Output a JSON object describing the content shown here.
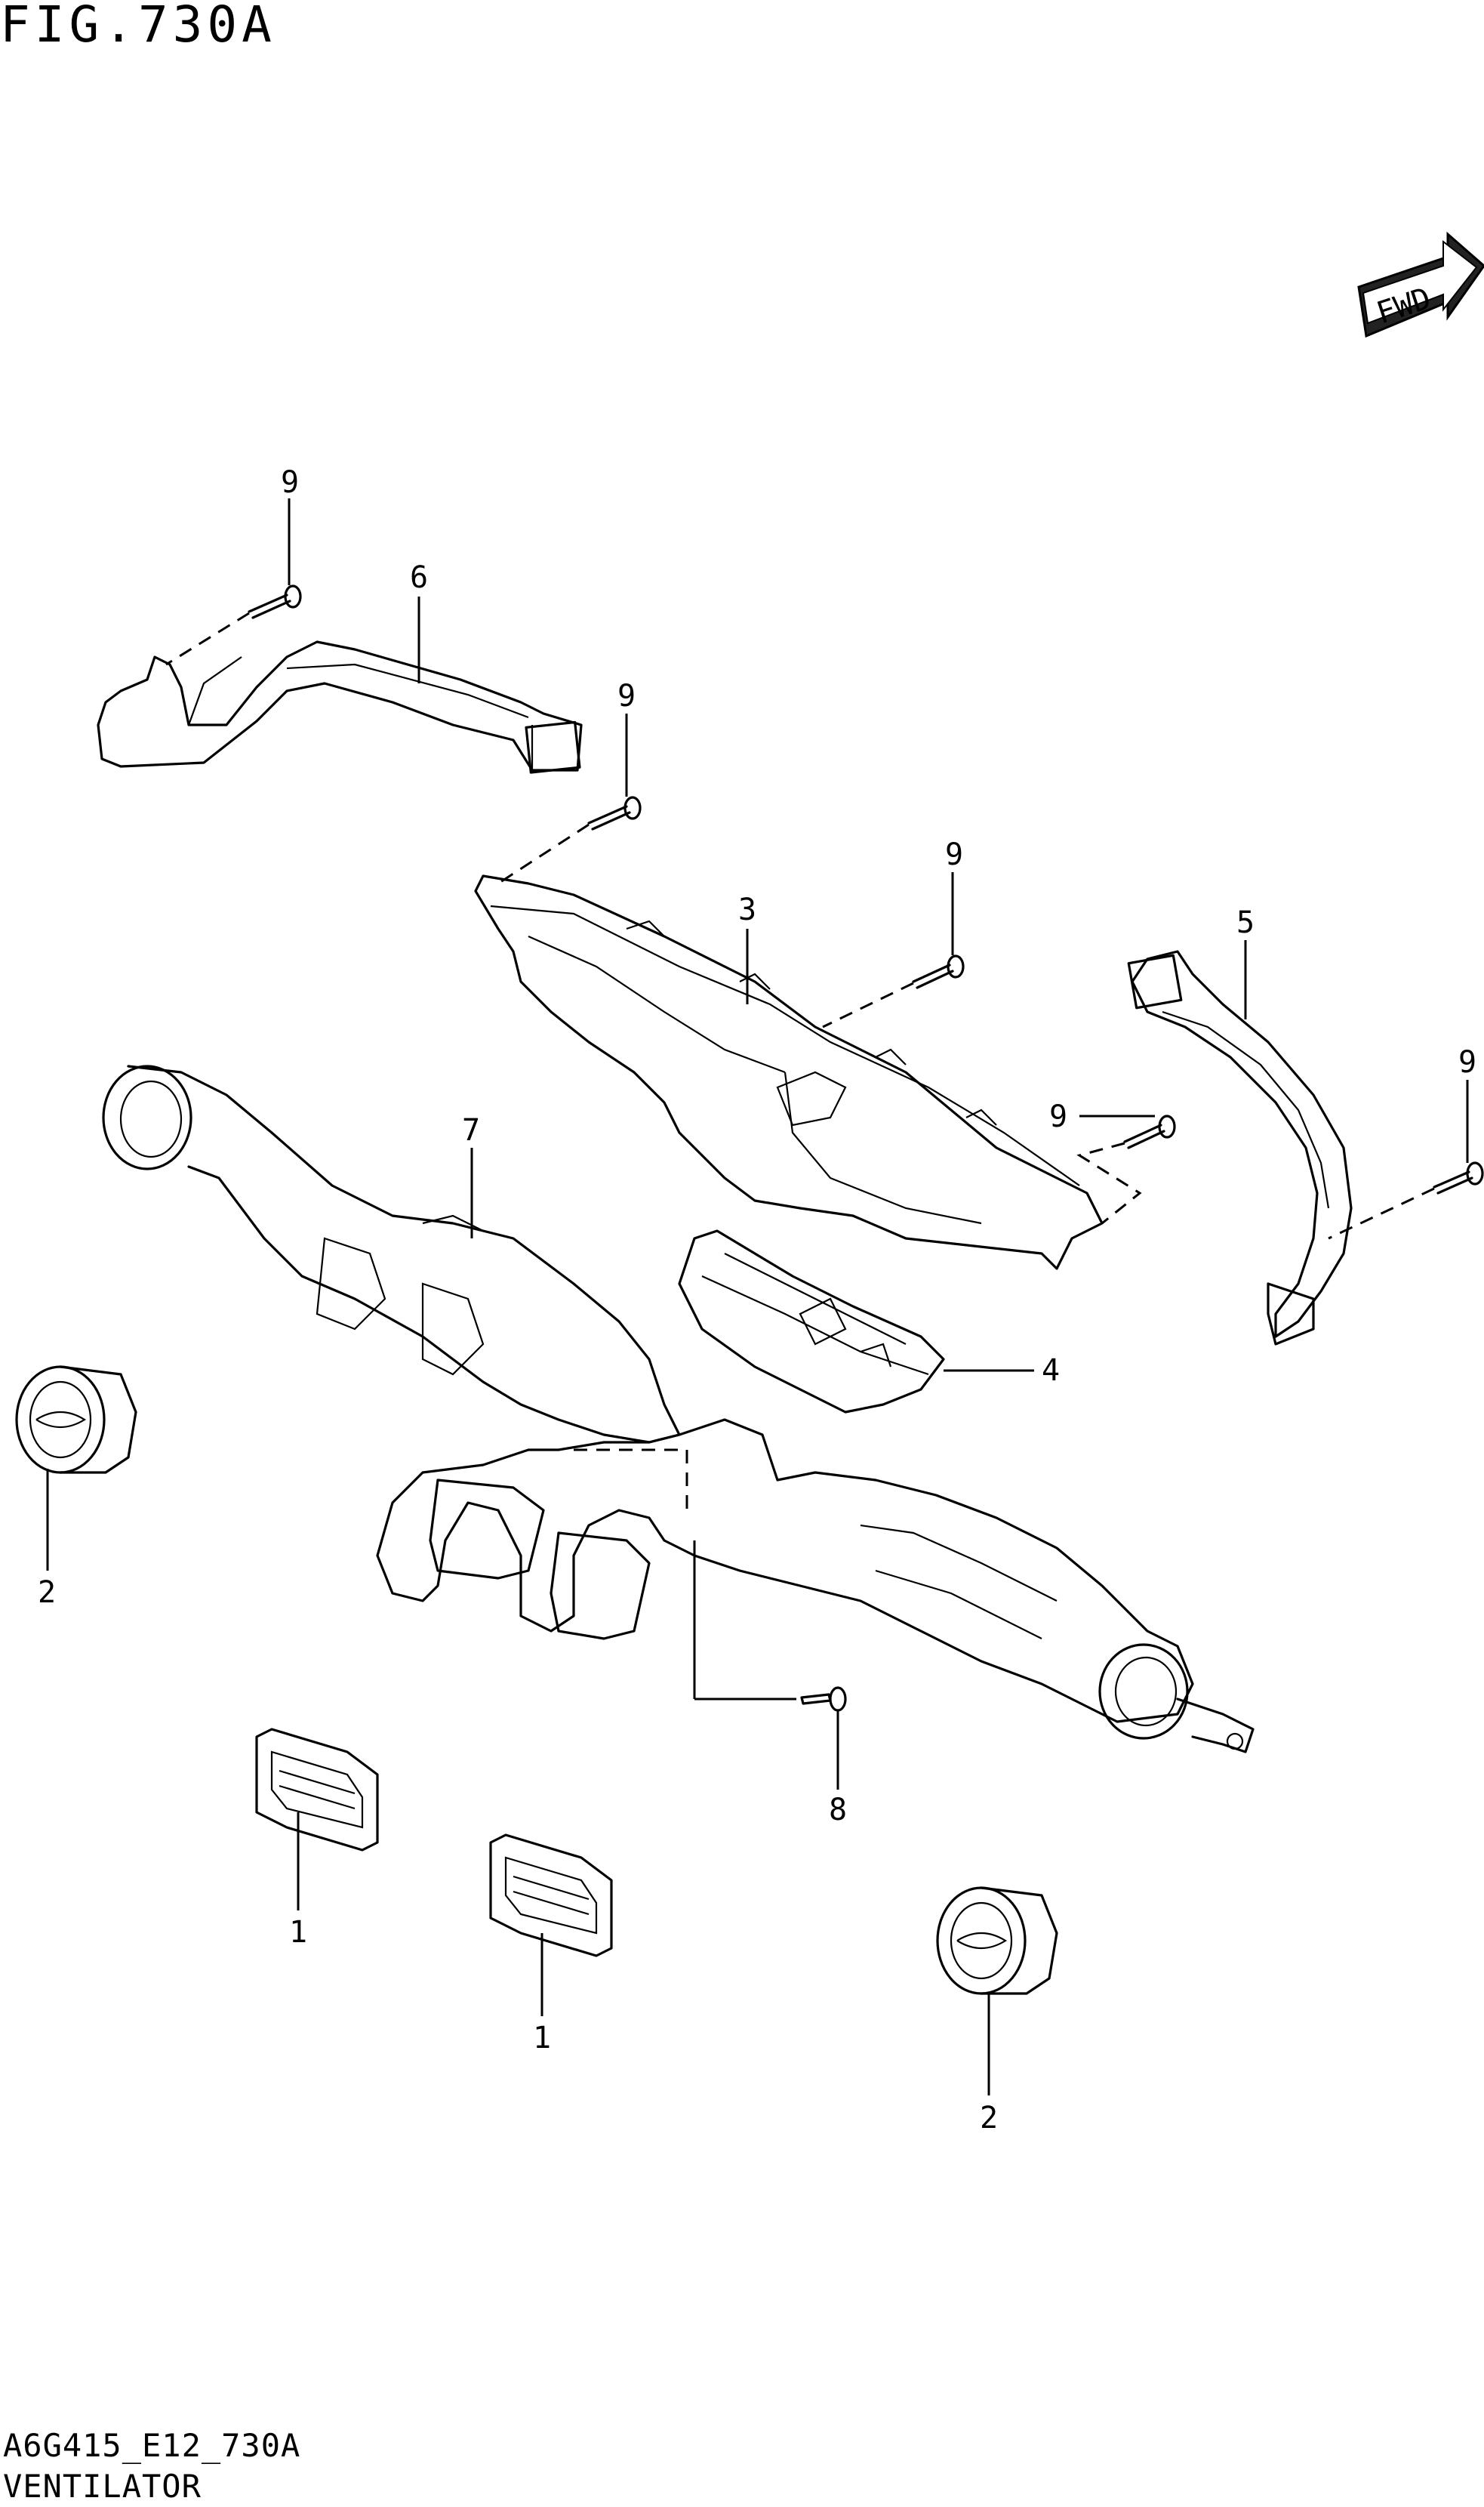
{
  "figure": {
    "title": "FIG.730A",
    "code": "A6G415_E12_730A",
    "name": "VENTILATOR"
  },
  "fwd_badge": "FWD",
  "callouts": [
    {
      "id": "c1a",
      "label": "1"
    },
    {
      "id": "c1b",
      "label": "1"
    },
    {
      "id": "c2a",
      "label": "2"
    },
    {
      "id": "c2b",
      "label": "2"
    },
    {
      "id": "c3",
      "label": "3"
    },
    {
      "id": "c4",
      "label": "4"
    },
    {
      "id": "c5",
      "label": "5"
    },
    {
      "id": "c6",
      "label": "6"
    },
    {
      "id": "c7",
      "label": "7"
    },
    {
      "id": "c8",
      "label": "8"
    },
    {
      "id": "c9a",
      "label": "9"
    },
    {
      "id": "c9b",
      "label": "9"
    },
    {
      "id": "c9c",
      "label": "9"
    },
    {
      "id": "c9d",
      "label": "9"
    },
    {
      "id": "c9e",
      "label": "9"
    }
  ]
}
